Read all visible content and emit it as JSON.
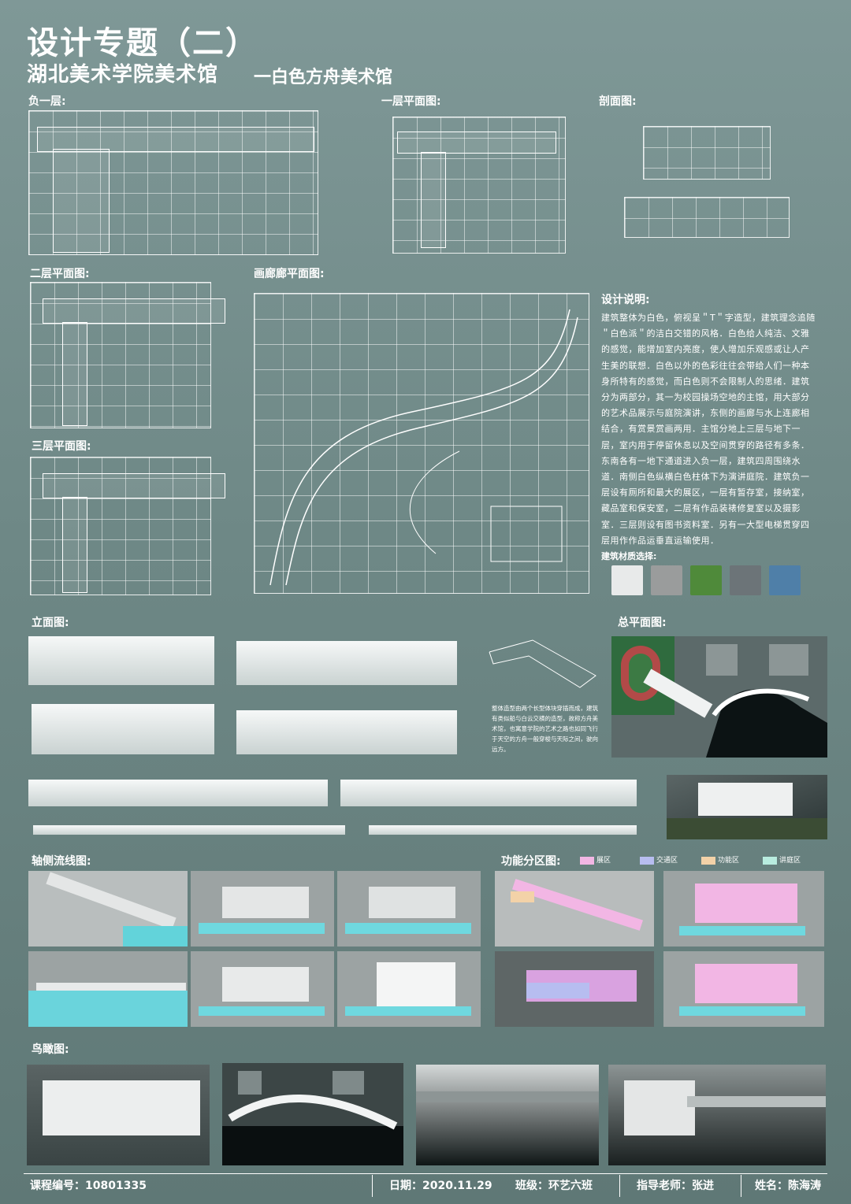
{
  "title": "设计专题（二）",
  "subtitle": "湖北美术学院美术馆",
  "subtitle2": "一白色方舟美术馆",
  "labels": {
    "basement": "负一层:",
    "floor1": "一层平面图:",
    "section": "剖面图:",
    "floor2": "二层平面图:",
    "gallery": "画廊廊平面图:",
    "floor3": "三层平面图:",
    "elevation": "立面图:",
    "siteplan": "总平面图:",
    "axon": "轴侧流线图:",
    "function": "功能分区图:",
    "aerial": "鸟瞰图:"
  },
  "description": {
    "title": "设计说明:",
    "body": "建筑整体为白色，俯视呈＂T＂字造型，建筑理念追随＂白色派＂的洁白交错的风格．白色给人纯洁、文雅的感觉，能增加室内亮度，使人增加乐观感或让人产生美的联想．白色以外的色彩往往会带给人们一种本身所特有的感觉，而白色则不会限制人的思绪．建筑分为两部分，其一为校园操场空地的主馆，用大部分的艺术品展示与庭院演讲，东侧的画廊与水上连廊相结合，有赏景赏画两用．主馆分地上三层与地下一层，室内用于停留休息以及空间贯穿的路径有多条．东南各有一地下通道进入负一层，建筑四周围绕水道．南侧白色纵横白色柱体下为演讲庭院．建筑负一层设有厕所和最大的展区，一层有暂存室，接纳室，藏品室和保安室，二层有作品装裱修复室以及摄影室．三层则设有图书资料室．另有一大型电梯贯穿四层用作作品运垂直运输使用．",
    "materials_label": "建筑材质选择:"
  },
  "materials": [
    {
      "name": "white-plaster",
      "color": "#e8eaea"
    },
    {
      "name": "grey-concrete",
      "color": "#9a9c9c"
    },
    {
      "name": "grass",
      "color": "#4f8a3a"
    },
    {
      "name": "dark-stone",
      "color": "#6c7478"
    },
    {
      "name": "blue-glass",
      "color": "#4f7fa8"
    }
  ],
  "elevation_note": "整体造型由两个长型体块穿插而成，建筑有类似船与白云交横的造型，故称方舟美术馆，也寓意学院的艺术之路也如同飞行于天空的方舟一般穿梭与天际之间，驶向远方。",
  "legend": [
    {
      "label": "展区",
      "color": "#f2b6e4"
    },
    {
      "label": "交通区",
      "color": "#b7bdf0"
    },
    {
      "label": "功能区",
      "color": "#f3d2a8"
    },
    {
      "label": "讲庭区",
      "color": "#b8ecdf"
    }
  ],
  "footer": {
    "course": "课程编号：10801335",
    "date": "日期：2020.11.29",
    "class": "班级：环艺六班",
    "teacher": "指导老师：张进",
    "name": "姓名：陈海涛"
  }
}
